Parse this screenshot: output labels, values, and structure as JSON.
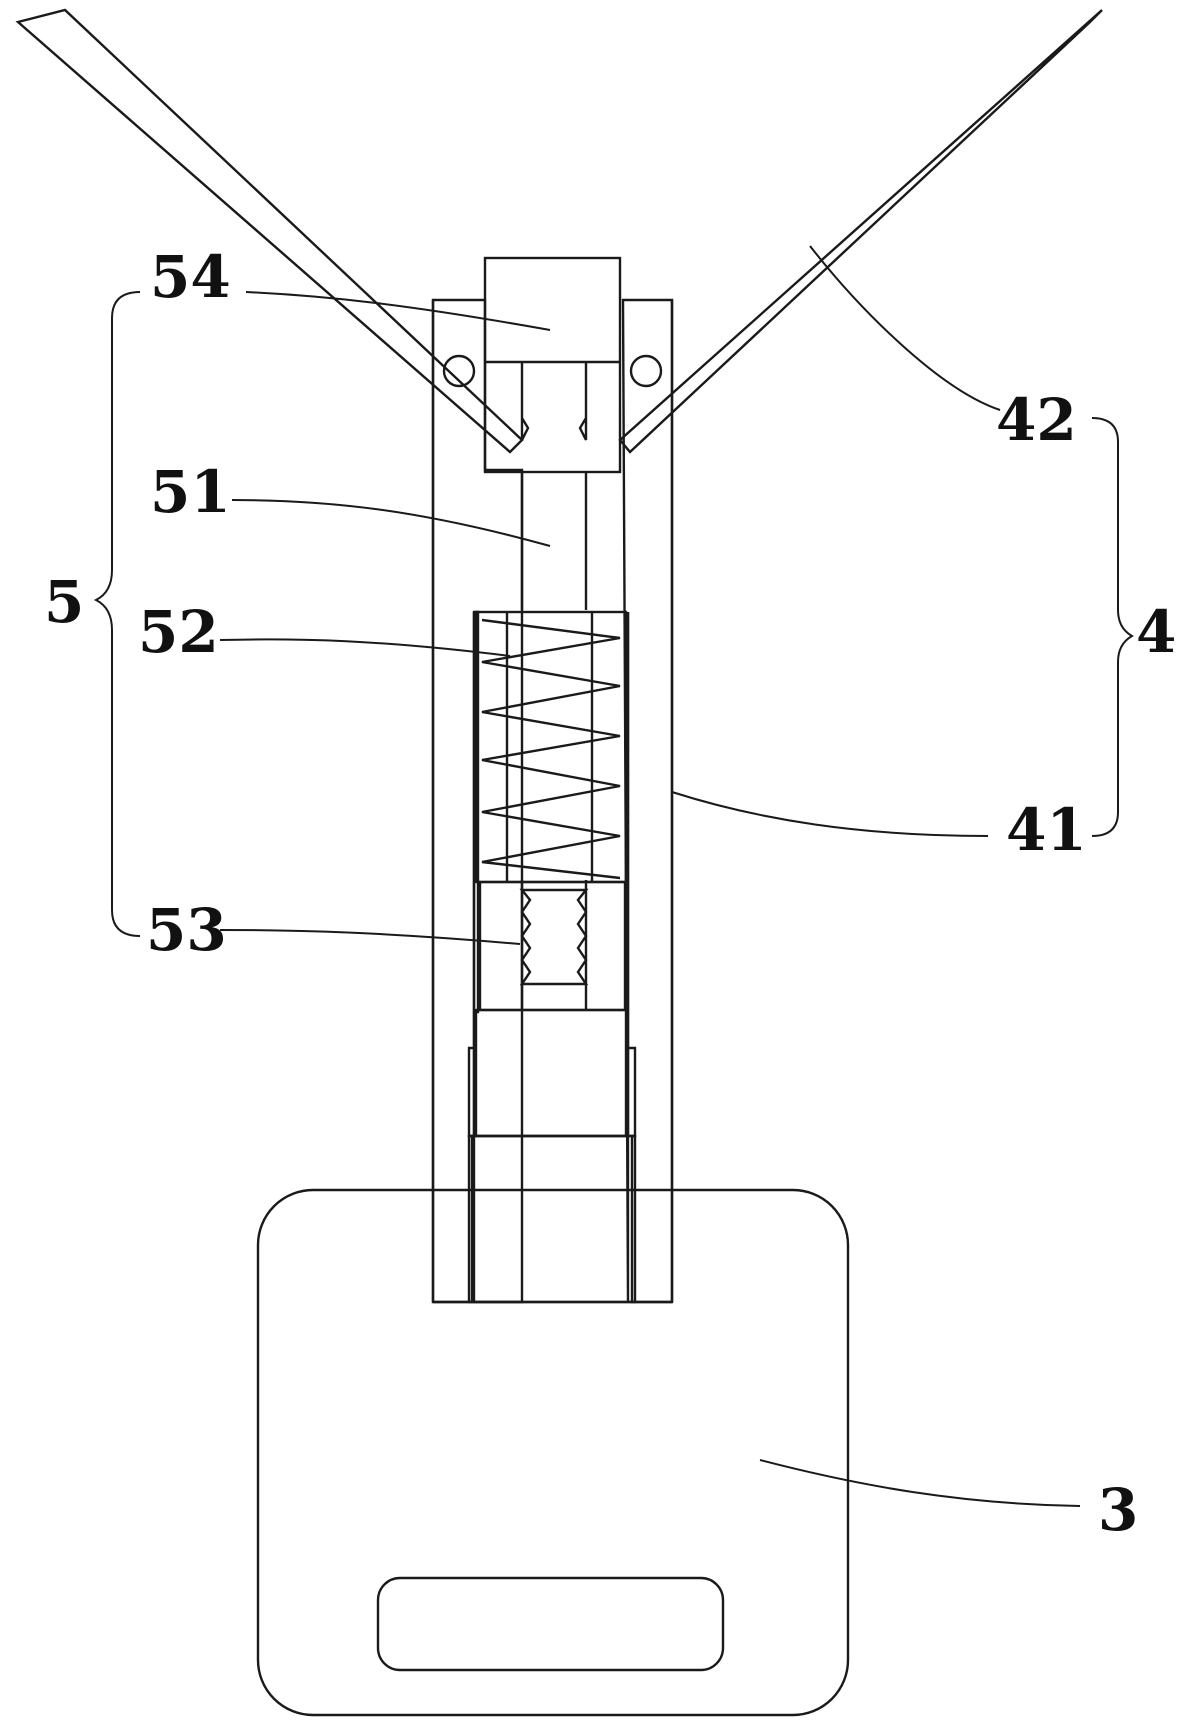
{
  "figure": {
    "labels": {
      "tray": "3",
      "support_assembly": "4",
      "sleeve": "41",
      "arm": "42",
      "clamp_assembly": "5",
      "rod": "51",
      "spring": "52",
      "threaded_block": "53",
      "head_block": "54"
    }
  },
  "colors": {
    "line": "#1a1a1a",
    "background": "#ffffff"
  }
}
